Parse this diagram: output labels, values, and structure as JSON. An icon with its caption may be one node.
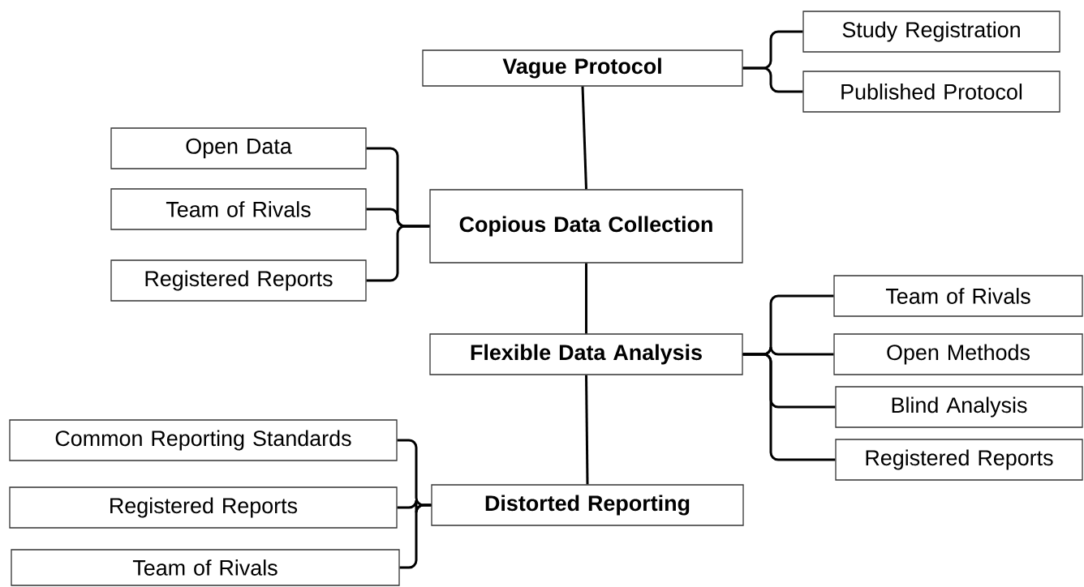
{
  "diagram": {
    "nodes": [
      {
        "text": [
          "Vague Protocol"
        ]
      },
      {
        "text": [
          "Study Registration"
        ]
      },
      {
        "text": [
          "Published Protocol"
        ]
      },
      {
        "text": [
          "Open Data"
        ]
      },
      {
        "text": [
          "Team of Rivals"
        ]
      },
      {
        "text": [
          "Registered Reports"
        ]
      },
      {
        "text": [
          "Copious Data Collection"
        ]
      },
      {
        "text": [
          "Flexible Data Analysis"
        ]
      },
      {
        "text": [
          "Team of Rivals"
        ]
      },
      {
        "text": [
          "Open Methods"
        ]
      },
      {
        "text": [
          "Blind Analysis"
        ]
      },
      {
        "text": [
          "Registered Reports"
        ]
      },
      {
        "text": [
          "Common Reporting Standards"
        ]
      },
      {
        "text": [
          "Registered Reports"
        ]
      },
      {
        "text": [
          "Team of Rivals"
        ]
      },
      {
        "text": [
          "Distorted Reporting"
        ]
      }
    ],
    "edges": [
      {
        "from": 0,
        "to": 1,
        "arrow": "none"
      },
      {
        "from": 0,
        "to": 2,
        "arrow": "none"
      },
      {
        "from": 0,
        "to": 6,
        "arrow": "none"
      },
      {
        "from": 6,
        "to": 3,
        "arrow": "none"
      },
      {
        "from": 6,
        "to": 4,
        "arrow": "none"
      },
      {
        "from": 6,
        "to": 5,
        "arrow": "none"
      },
      {
        "from": 6,
        "to": 7,
        "arrow": "none"
      },
      {
        "from": 7,
        "to": 8,
        "arrow": "none"
      },
      {
        "from": 7,
        "to": 9,
        "arrow": "none"
      },
      {
        "from": 7,
        "to": 10,
        "arrow": "none"
      },
      {
        "from": 7,
        "to": 11,
        "arrow": "none"
      },
      {
        "from": 7,
        "to": 15,
        "arrow": "none"
      },
      {
        "from": 15,
        "to": 12,
        "arrow": "none"
      },
      {
        "from": 15,
        "to": 13,
        "arrow": "none"
      },
      {
        "from": 15,
        "to": 14,
        "arrow": "none"
      }
    ]
  }
}
